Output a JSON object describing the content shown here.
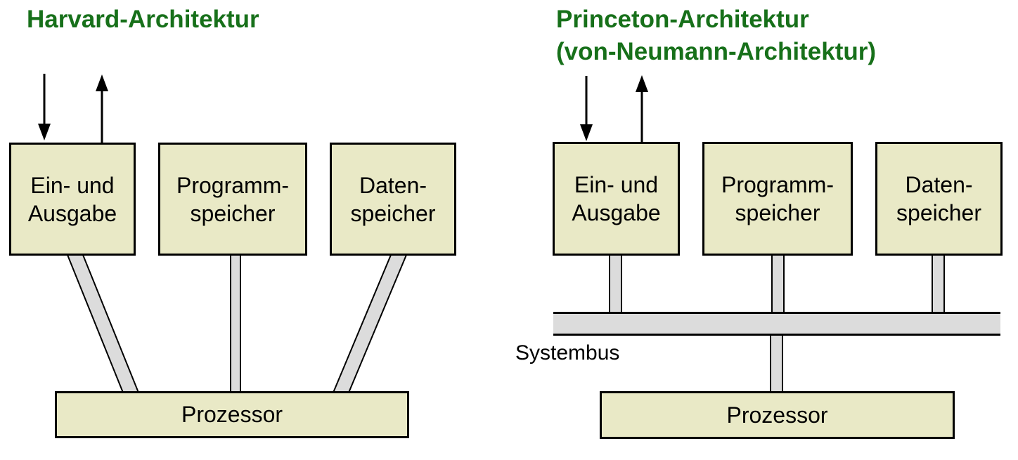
{
  "colors": {
    "title_green": "#17701a",
    "box_fill": "#e9e9c6",
    "connector_gray": "#dcdcdc",
    "outline_black": "#000000"
  },
  "left_diagram": {
    "title": "Harvard-Architektur",
    "boxes": {
      "io": {
        "line1": "Ein- und",
        "line2": "Ausgabe"
      },
      "program": {
        "line1": "Programm-",
        "line2": "speicher"
      },
      "data": {
        "line1": "Daten-",
        "line2": "speicher"
      },
      "processor": {
        "label": "Prozessor"
      }
    }
  },
  "right_diagram": {
    "title_line1": "Princeton-Architektur",
    "title_line2": "(von-Neumann-Architektur)",
    "bus_label": "Systembus",
    "boxes": {
      "io": {
        "line1": "Ein- und",
        "line2": "Ausgabe"
      },
      "program": {
        "line1": "Programm-",
        "line2": "speicher"
      },
      "data": {
        "line1": "Daten-",
        "line2": "speicher"
      },
      "processor": {
        "label": "Prozessor"
      }
    }
  }
}
